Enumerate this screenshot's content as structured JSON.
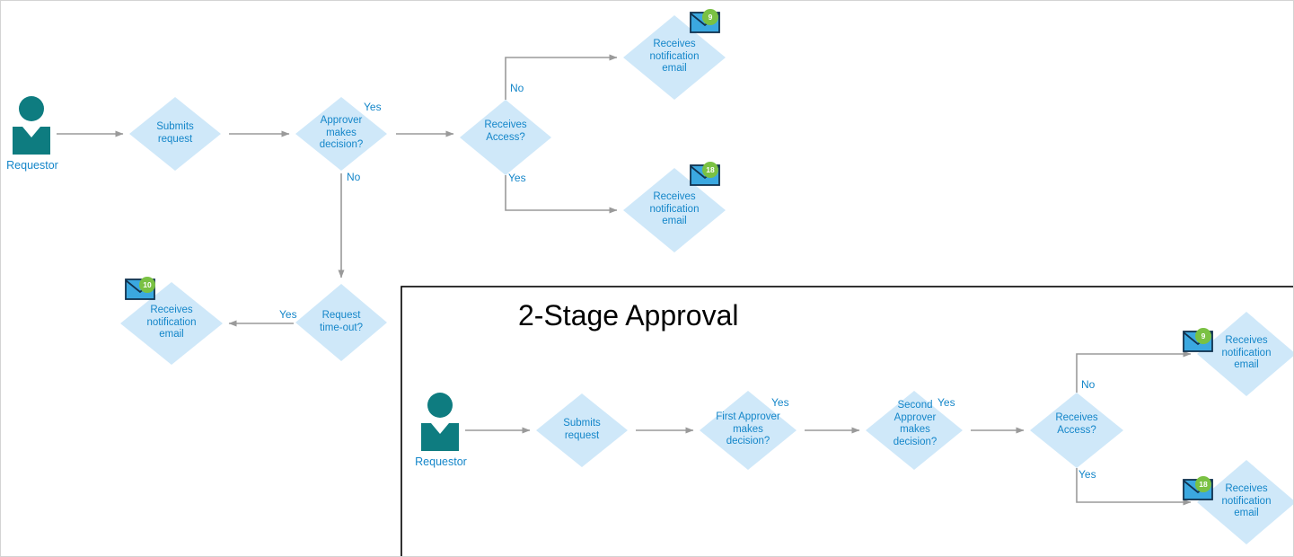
{
  "diagram": {
    "title_section": "2-Stage Approval",
    "colors": {
      "diamond_fill": "#cfe8f9",
      "diamond_text": "#1486c9",
      "person": "#0e7c80",
      "arrow": "#9a9a9a",
      "badge": "#7ac143",
      "envelope": "#3ba8e0",
      "box_border": "#000000",
      "page_border": "#d4d4d4"
    },
    "labels": {
      "yes": "Yes",
      "no": "No"
    },
    "stage1": {
      "person": {
        "name": "requestor",
        "label": "Requestor"
      },
      "nodes": [
        {
          "name": "submits-request",
          "text": "Submits\nrequest"
        },
        {
          "name": "approver-makes-decision",
          "text": "Approver\nmakes\ndecision?"
        },
        {
          "name": "receives-access",
          "text": "Receives\nAccess?"
        },
        {
          "name": "receives-notification-email-no",
          "text": "Receives\nnotification\nemail",
          "badge": "9"
        },
        {
          "name": "receives-notification-email-yes",
          "text": "Receives\nnotification\nemail",
          "badge": "18"
        },
        {
          "name": "request-time-out",
          "text": "Request\ntime-out?"
        },
        {
          "name": "receives-notification-email-timeout",
          "text": "Receives\nnotification\nemail",
          "badge": "10"
        }
      ],
      "edge_labels": {
        "approver_yes": "Yes",
        "approver_no": "No",
        "access_no": "No",
        "access_yes": "Yes",
        "timeout_yes": "Yes"
      }
    },
    "stage2": {
      "person": {
        "name": "requestor",
        "label": "Requestor"
      },
      "nodes": [
        {
          "name": "submits-request",
          "text": "Submits\nrequest"
        },
        {
          "name": "first-approver-makes-decision",
          "text": "First Approver\nmakes\ndecision?"
        },
        {
          "name": "second-approver-makes-decision",
          "text": "Second\nApprover\nmakes\ndecision?"
        },
        {
          "name": "receives-access",
          "text": "Receives\nAccess?"
        },
        {
          "name": "receives-notification-email-no",
          "text": "Receives\nnotification\nemail",
          "badge": "9"
        },
        {
          "name": "receives-notification-email-yes",
          "text": "Receives\nnotification\nemail",
          "badge": "18"
        }
      ],
      "edge_labels": {
        "first_yes": "Yes",
        "second_yes": "Yes",
        "access_no": "No",
        "access_yes": "Yes"
      }
    }
  }
}
